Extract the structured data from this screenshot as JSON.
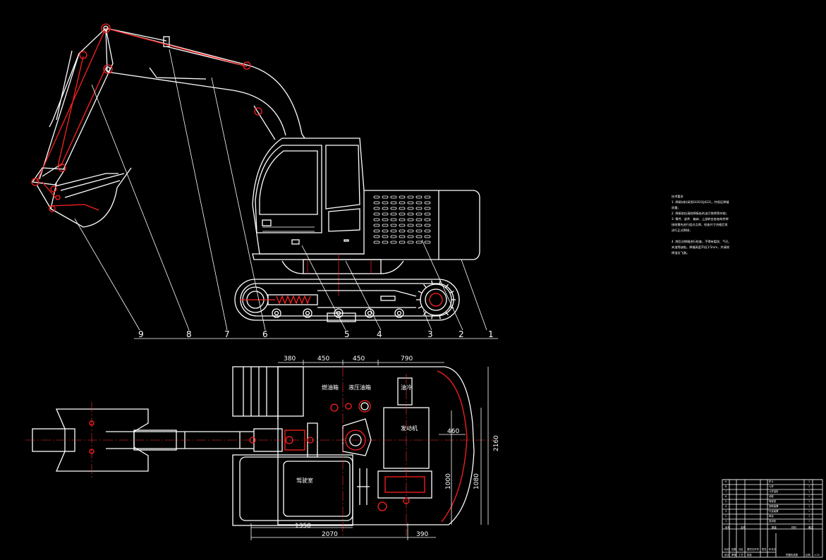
{
  "side_view": {
    "part_numbers": [
      "1",
      "2",
      "3",
      "4",
      "5",
      "6",
      "7",
      "8",
      "9"
    ]
  },
  "plan_view": {
    "top_dims": [
      "380",
      "450",
      "450",
      "790"
    ],
    "right_dims": [
      "2160",
      "1080",
      "1000"
    ],
    "side_dim": "460",
    "bottom_dims": [
      "1350",
      "2070",
      "390"
    ],
    "labels": {
      "fuel_tank": "燃油箱",
      "hydraulic_tank": "液压油箱",
      "radiator": "油冷",
      "engine": "发动机",
      "cab": "驾驶室"
    }
  },
  "notes": {
    "heading": "技术要求",
    "lines": [
      "1. 焊接材料采用E4303(J422)，并保证焊缝",
      "质量；",
      "2. 焊接前应清除焊接处的油污铁锈等杂物；",
      "3. 零件、部件、箱体、上部转台各结构件焊",
      "接前需先进行组对点焊，检查尺寸合格后再",
      "进行正式焊接；",
      "4. 焊后对焊缝进行检查，不得有裂纹、气孔、",
      "夹渣等缺陷，焊缝高度不低于5mm，并清除",
      "焊渣及飞溅。"
    ]
  },
  "title_block": {
    "rows": [
      {
        "no": "9",
        "name": "铲斗",
        "qty": "1"
      },
      {
        "no": "8",
        "name": "斗杆",
        "qty": "1"
      },
      {
        "no": "7",
        "name": "斗杆油缸",
        "qty": "1"
      },
      {
        "no": "6",
        "name": "动臂",
        "qty": "1"
      },
      {
        "no": "5",
        "name": "驾驶室",
        "qty": "1"
      },
      {
        "no": "4",
        "name": "回转装置",
        "qty": "1"
      },
      {
        "no": "3",
        "name": "行走装置",
        "qty": "1"
      },
      {
        "no": "2",
        "name": "转台",
        "qty": "1"
      },
      {
        "no": "1",
        "name": "发动机",
        "qty": "1"
      }
    ],
    "header": [
      "序号",
      "名称",
      "数量",
      "材料",
      "备注"
    ],
    "bottom": [
      "标记",
      "处数",
      "分区",
      "更改文件号",
      "签名",
      "年月日"
    ],
    "footer": [
      "设计",
      "审核",
      "工艺",
      "批准",
      "挖掘机总图",
      "比例",
      "1:15"
    ]
  }
}
